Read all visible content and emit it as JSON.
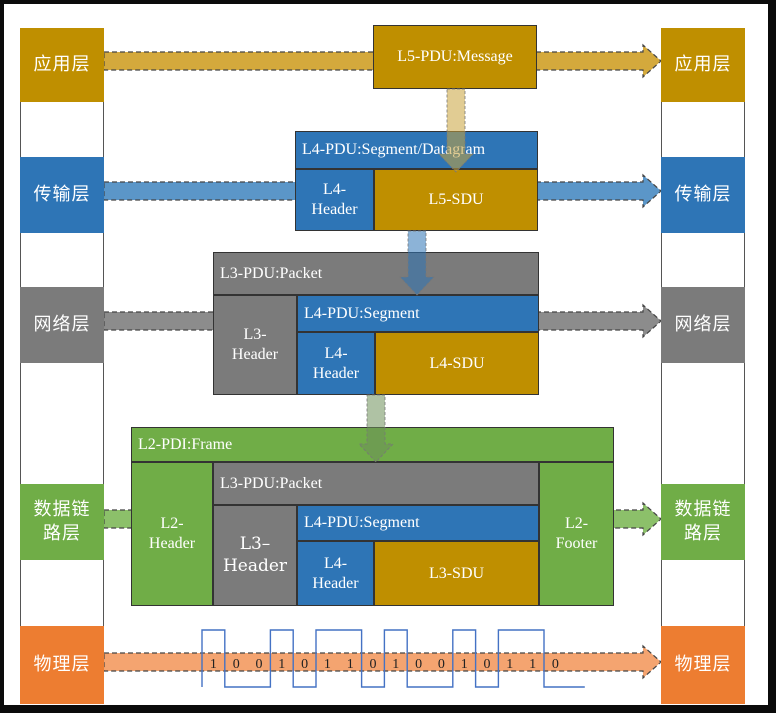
{
  "layers_left": [
    {
      "key": "application",
      "label": "应用层",
      "color": "#bf8f00"
    },
    {
      "key": "transport",
      "label": "传输层",
      "color": "#2e75b6"
    },
    {
      "key": "network",
      "label": "网络层",
      "color": "#7b7b7b"
    },
    {
      "key": "datalink",
      "label": "数据链路层",
      "line1": "数据链",
      "line2": "路层",
      "color": "#70ad47"
    },
    {
      "key": "physical",
      "label": "物理层",
      "color": "#ed7d31"
    }
  ],
  "layers_right": [
    {
      "key": "application",
      "label": "应用层"
    },
    {
      "key": "transport",
      "label": "传输层"
    },
    {
      "key": "network",
      "label": "网络层"
    },
    {
      "key": "datalink",
      "line1": "数据链",
      "line2": "路层"
    },
    {
      "key": "physical",
      "label": "物理层"
    }
  ],
  "l5": {
    "pdu": "L5-PDU:Message"
  },
  "l4": {
    "pdu": "L4-PDU:Segment/Datagram",
    "header_line1": "L4-",
    "header_line2": "Header",
    "sdu": "L5-SDU"
  },
  "l3": {
    "pdu": "L3-PDU:Packet",
    "header_line1": "L3-",
    "header_line2": "Header",
    "inner_pdu": "L4-PDU:Segment",
    "inner_header_line1": "L4-",
    "inner_header_line2": "Header",
    "sdu": "L4-SDU"
  },
  "l2": {
    "pdu": "L2-PDI:Frame",
    "header_line1": "L2-",
    "header_line2": "Header",
    "footer_line1": "L2-",
    "footer_line2": "Footer",
    "l3_pdu": "L3-PDU:Packet",
    "l3_header_line1": "L3–",
    "l3_header_line2": "Header",
    "l4_pdu": "L4-PDU:Segment",
    "l4_header_line1": "L4-",
    "l4_header_line2": "Header",
    "sdu": "L3-SDU"
  },
  "physical": {
    "bits": [
      1,
      0,
      0,
      1,
      0,
      1,
      1,
      0,
      1,
      0,
      0,
      1,
      0,
      1,
      1,
      0
    ]
  },
  "colors": {
    "gold": "#bf8f00",
    "gold_arrow": "#d4a93c",
    "blue": "#2e75b6",
    "blue_arrow": "#5b96c8",
    "gray": "#7b7b7b",
    "gray_arrow": "#8c8c8c",
    "green": "#70ad47",
    "green_arrow": "#8cc06a",
    "orange": "#ed7d31",
    "orange_arrow": "#f4a470",
    "wave": "#4472c4"
  }
}
